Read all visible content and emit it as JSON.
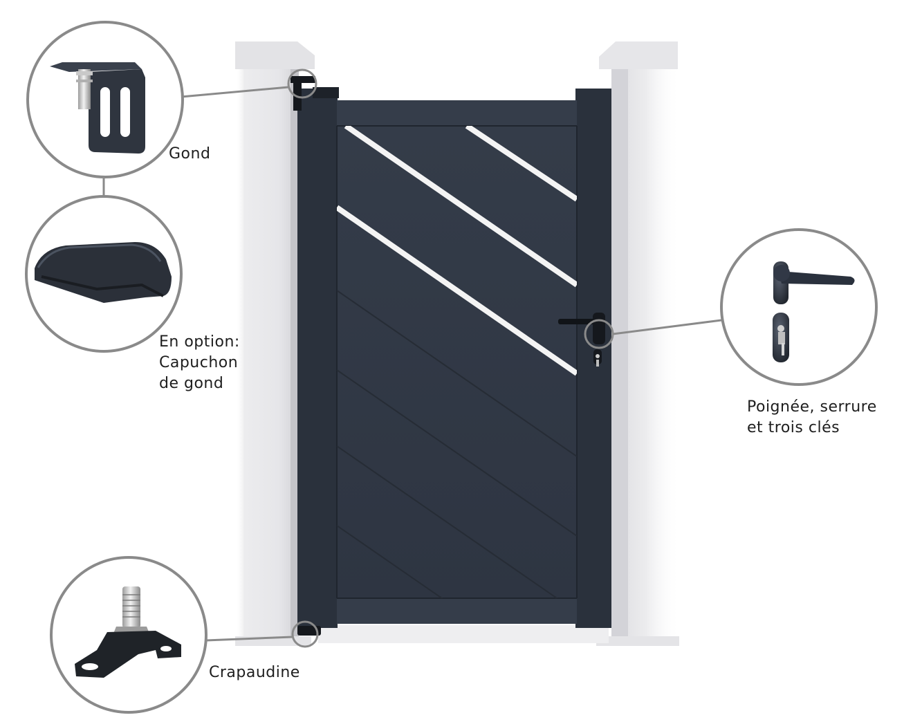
{
  "image": {
    "subject": "garden-gate-with-accessories",
    "colors": {
      "gate": "#323a47",
      "gate_dark": "#262c36",
      "pillar": "#e9e9ec",
      "pillar_shadow": "#c9c9ce",
      "stripe": "#f4f4f4",
      "callout": "#8a8a8a",
      "text": "#1e1e1e"
    }
  },
  "callouts": {
    "gond": {
      "label": "Gond"
    },
    "capuchon": {
      "line1": "En option:",
      "line2": "Capuchon",
      "line3": "de gond"
    },
    "poignee": {
      "line1": "Poignée, serrure",
      "line2": "et trois clés"
    },
    "crapaudine": {
      "label": "Crapaudine"
    }
  }
}
